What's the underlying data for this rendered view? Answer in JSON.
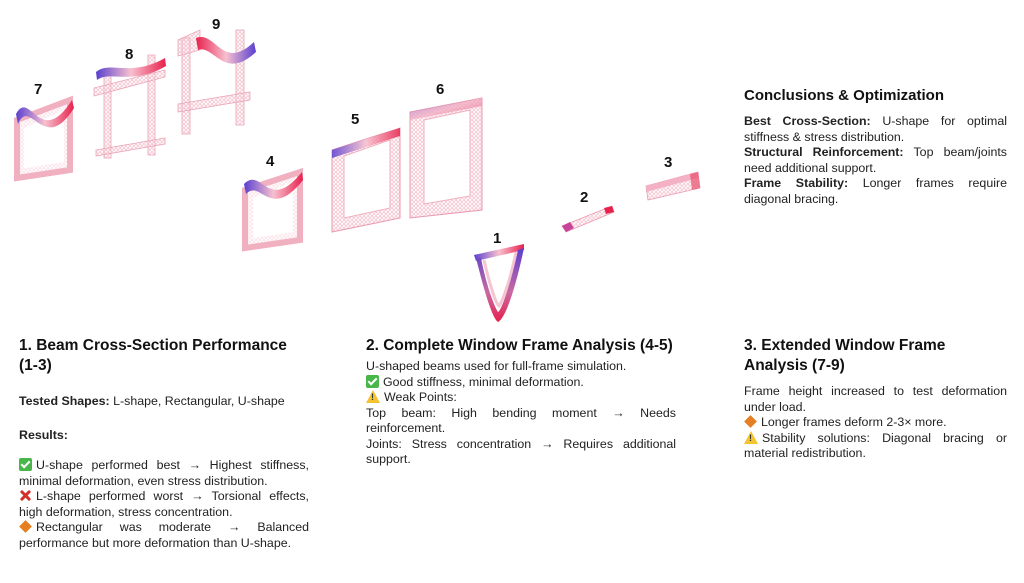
{
  "figure": {
    "labels": [
      "1",
      "2",
      "3",
      "4",
      "5",
      "6",
      "7",
      "8",
      "9"
    ],
    "colors": {
      "mesh": "#f0b0c0",
      "high_stress": "#e8204c",
      "low_stress": "#5a3fd0"
    }
  },
  "conclusions": {
    "title": "Conclusions & Optimization",
    "items": [
      {
        "label": "Best Cross-Section:",
        "text": " U-shape for optimal stiffness & stress distribution."
      },
      {
        "label": "Structural Reinforcement:",
        "text": " Top beam/joints need additional support."
      },
      {
        "label": "Frame Stability:",
        "text": " Longer frames require diagonal bracing."
      }
    ]
  },
  "panel1": {
    "title": "1. Beam Cross-Section Performance (1-3)",
    "tested_label": "Tested Shapes",
    "tested_sep": ":",
    "tested_value": " L-shape, Rectangular, U-shape",
    "results_label": "Results:",
    "results": [
      {
        "icon": "check-icon",
        "text": "U-shape performed best → Highest stiffness, minimal deformation, even stress distribution."
      },
      {
        "icon": "cross-icon",
        "text": "L-shape performed worst → Torsional effects, high deformation, stress concentration."
      },
      {
        "icon": "orange-diamond-icon",
        "text": "Rectangular was moderate → Balanced performance but more deformation than U-shape."
      }
    ]
  },
  "panel2": {
    "title": "2. Complete Window Frame Analysis (4-5)",
    "intro": "U-shaped beams used for full-frame simulation.",
    "good": "Good stiffness, minimal deformation.",
    "weak": "Weak Points:",
    "points": [
      "Top beam: High bending moment → Needs reinforcement.",
      "Joints: Stress concentration → Requires additional support."
    ]
  },
  "panel3": {
    "title": "3. Extended Window Frame Analysis (7-9)",
    "intro": "Frame height increased to test deformation under load.",
    "items": [
      {
        "icon": "orange-diamond-icon",
        "text": "Longer frames deform 2-3× more."
      },
      {
        "icon": "warning-icon",
        "text": "Stability solutions: Diagonal bracing or material redistribution."
      }
    ]
  }
}
